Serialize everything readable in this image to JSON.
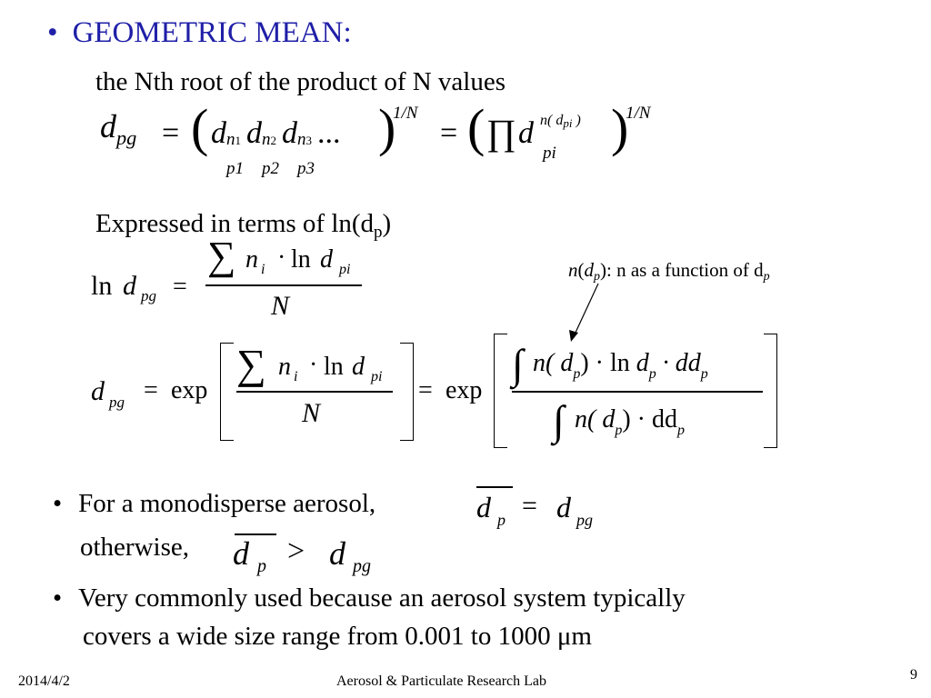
{
  "slide": {
    "title_bullet": "•",
    "title": "GEOMETRIC MEAN:",
    "definition": "the Nth root of the product of N values",
    "ln_heading_prefix": "Expressed in terms of ln(d",
    "ln_heading_sub": "p",
    "ln_heading_suffix": ")",
    "annotation_n": "n",
    "annotation_mid": "(",
    "annotation_d": "d",
    "annotation_p": "p",
    "annotation_text": "): n as a function of d",
    "annotation_end_sub": "p",
    "bullet1": "For a monodisperse aerosol,",
    "otherwise": "otherwise,",
    "bullet2_line1": "Very commonly used because an aerosol system typically",
    "bullet2_line2": "covers a wide size range from 0.001 to 1000 μm",
    "bullet_symbol": "•"
  },
  "equations": {
    "eq1_lhs": "d",
    "eq1_lhs_sub": "pg",
    "equals": "=",
    "eq1_product": "d",
    "eq1_n1": "n",
    "eq1_n1_sub": "1",
    "eq1_p1": "p1",
    "eq1_n2": "n",
    "eq1_n2_sub": "2",
    "eq1_p2": "p2",
    "eq1_n3": "n",
    "eq1_n3_sub": "3",
    "eq1_p3": "p3",
    "eq1_dots": "...",
    "eq1_exponent": "1/N",
    "eq1_prod_symbol": "∏",
    "eq1_pi_sub": "pi",
    "eq1_pi_sup": "n( d",
    "eq1_pi_sup_sub": "pi",
    "eq1_pi_sup_end": " )",
    "ln": "ln",
    "sum": "∑",
    "n_i": "n",
    "i": "i",
    "dot": "·",
    "N": "N",
    "exp": "exp",
    "integral": "∫",
    "int_num": "n( d",
    "int_num_p": "p",
    "int_num_mid": ") · ln",
    "int_num_end": " · dd",
    "int_den": "n( d",
    "int_den_mid": ") · dd",
    "gt": ">",
    "p": "p",
    "pg": "pg",
    "pi": "pi"
  },
  "footer": {
    "date": "2014/4/2",
    "lab": "Aerosol & Particulate Research Lab",
    "page": "9"
  }
}
